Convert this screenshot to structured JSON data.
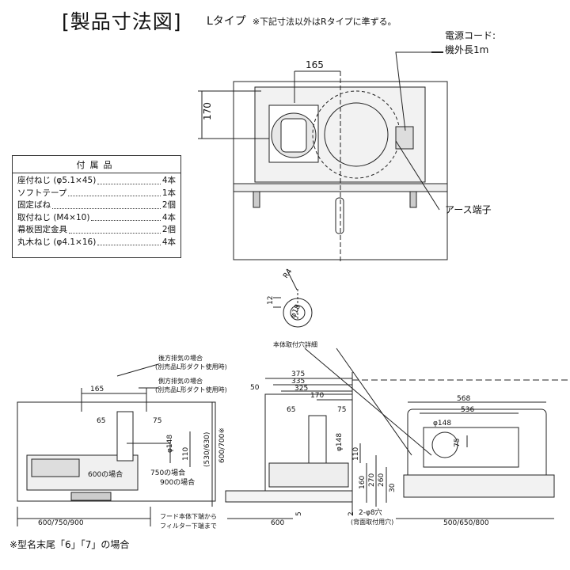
{
  "title": "[製品寸法図]",
  "subtitle": "Lタイプ",
  "subtitle_note": "※下記寸法以外はRタイプに準ずる。",
  "power_cord": {
    "line1": "電源コード:",
    "line2": "機外長1m"
  },
  "earth_label": "アース端子",
  "accessories": {
    "heading": "付属品",
    "items": [
      {
        "name": "座付ねじ (φ5.1×45)",
        "qty": "4本"
      },
      {
        "name": "ソフトテープ",
        "qty": "1本"
      },
      {
        "name": "固定ばね",
        "qty": "2個"
      },
      {
        "name": "取付ねじ (M4×10)",
        "qty": "4本"
      },
      {
        "name": "幕板固定金具",
        "qty": "2個"
      },
      {
        "name": "丸木ねじ (φ4.1×16)",
        "qty": "4本"
      }
    ]
  },
  "top_view": {
    "dim_165": "165",
    "dim_170": "170"
  },
  "hole_detail": {
    "r4": "R4",
    "d12": "12",
    "phi18": "φ18",
    "label": "本体取付穴詳細"
  },
  "side_view": {
    "back_exhaust": "後方排気の場合",
    "back_exhaust_sub": "(別売品L形ダクト使用時)",
    "side_exhaust": "側方排気の場合",
    "side_exhaust_sub": "(別売品L形ダクト使用時)",
    "dim_165": "165",
    "dim_65": "65",
    "dim_75": "75",
    "dim_phi148": "φ148",
    "dim_110": "110",
    "dim_height": "(530/630)",
    "dim_height2": "600/700※",
    "case_600": "600の場合",
    "case_750": "750の場合",
    "case_900": "900の場合",
    "width": "600/750/900",
    "hood_note1": "フード本体下端から",
    "hood_note2": "フィルター下端まで"
  },
  "mid_view": {
    "d375": "375",
    "d335": "335",
    "d325": "325",
    "d50": "50",
    "d170": "170",
    "d65": "65",
    "d75": "75",
    "phi148": "φ148",
    "d110": "110",
    "d160": "160",
    "d270": "270",
    "d260": "260",
    "d30": "30",
    "d600": "600",
    "d5": "5",
    "d2": "2",
    "holes": "2-φ8穴",
    "holes_sub": "(背面取付用穴)"
  },
  "front_view": {
    "d568": "568",
    "d536": "536",
    "phi148": "φ148",
    "d75": "75",
    "width": "500/650/800"
  },
  "bottom_note": "※型名末尾「6」「7」の場合"
}
